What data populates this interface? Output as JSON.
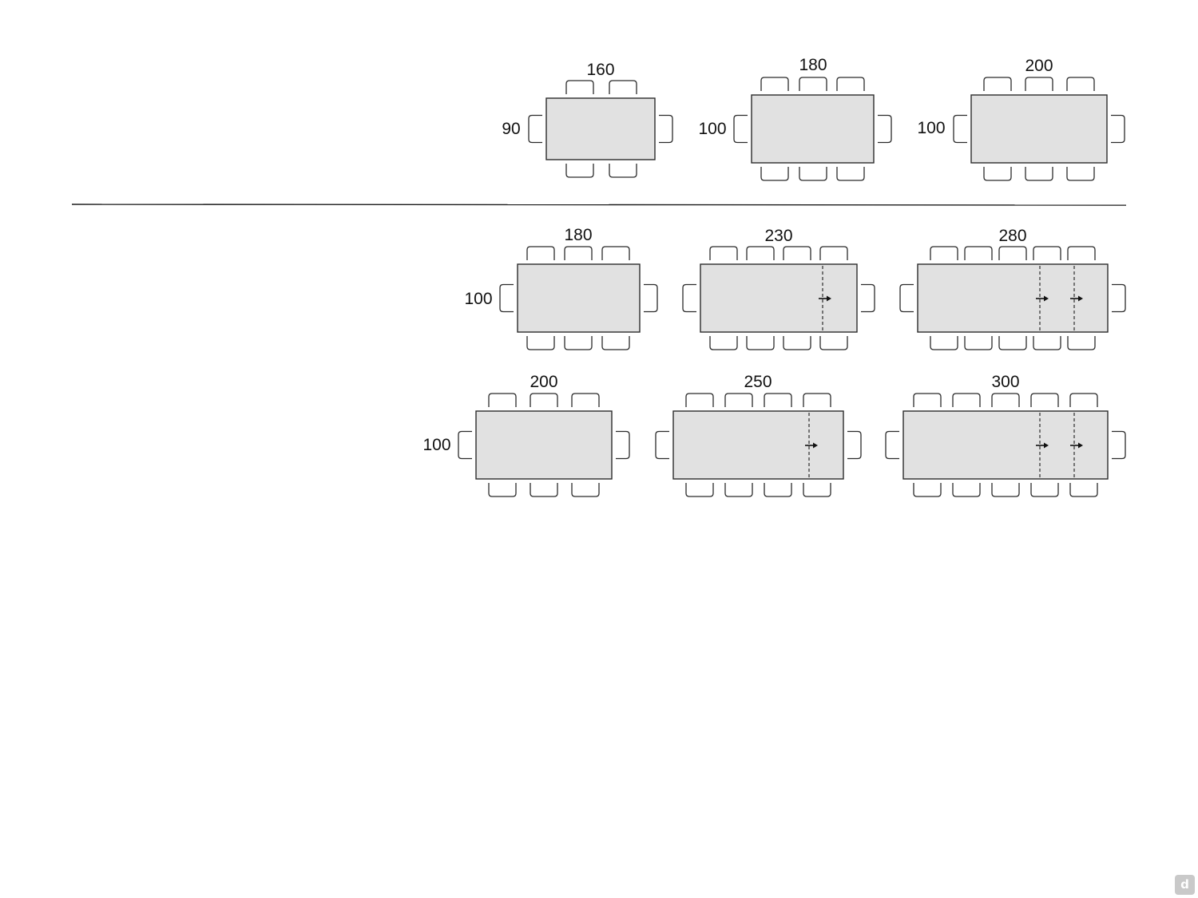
{
  "tables": [
    {
      "id": "t160x90",
      "length_label": "160",
      "width_label": "90",
      "chairs_per_side": 2,
      "extensions": 0
    },
    {
      "id": "t180x100",
      "length_label": "180",
      "width_label": "100",
      "chairs_per_side": 3,
      "extensions": 0
    },
    {
      "id": "t200x100",
      "length_label": "200",
      "width_label": "100",
      "chairs_per_side": 3,
      "extensions": 0
    },
    {
      "id": "t180-ext",
      "length_label": "180",
      "width_label": "100",
      "chairs_per_side": 3,
      "extensions": 0
    },
    {
      "id": "t230-ext",
      "length_label": "230",
      "width_label": "",
      "chairs_per_side": 4,
      "extensions": 1
    },
    {
      "id": "t280-ext",
      "length_label": "280",
      "width_label": "",
      "chairs_per_side": 5,
      "extensions": 2
    },
    {
      "id": "t200-ext",
      "length_label": "200",
      "width_label": "100",
      "chairs_per_side": 3,
      "extensions": 0
    },
    {
      "id": "t250-ext",
      "length_label": "250",
      "width_label": "",
      "chairs_per_side": 4,
      "extensions": 1
    },
    {
      "id": "t300-ext",
      "length_label": "300",
      "width_label": "",
      "chairs_per_side": 5,
      "extensions": 2
    }
  ],
  "colors": {
    "table_fill": "#e1e1e1",
    "outline": "#2b2b2b",
    "logo_badge": "#c9c9c9"
  },
  "icons": {
    "extension_arrow": "arrow-right-icon",
    "logo": "d-logo-icon"
  },
  "logo_text": "d"
}
